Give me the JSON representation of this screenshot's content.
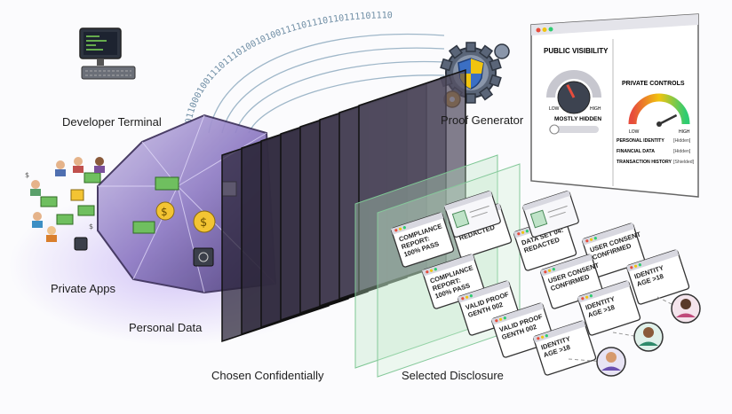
{
  "labels": {
    "developer_terminal": "Developer Terminal",
    "proof_generator": "Proof Generator",
    "private_apps": "Private Apps",
    "personal_data": "Personal Data",
    "chosen_confidentially": "Chosen Confidentially",
    "selected_disclosure": "Selected Disclosure"
  },
  "binary_stream": "0110001001110111010010100111101110110111101110",
  "dashboard": {
    "public_title": "PUBLIC VISIBILITY",
    "public_low": "LOW",
    "public_high": "HIGH",
    "public_status": "MOSTLY HIDDEN",
    "public_level": 0.35,
    "private_title": "PRIVATE CONTROLS",
    "private_low": "LOW",
    "private_high": "HIGH",
    "private_level": 0.85,
    "rows": [
      {
        "name": "PERSONAL IDENTITY",
        "status": "[Hidden]"
      },
      {
        "name": "FINANCIAL DATA",
        "status": "[Hidden]"
      },
      {
        "name": "TRANSACTION HISTORY",
        "status": "[Shielded]"
      }
    ]
  },
  "cards": {
    "compliance": [
      "COMPLIANCE",
      "REPORT:",
      "100% PASS"
    ],
    "dataset": [
      "DATA SET 04:",
      "REDACTED"
    ],
    "consent": [
      "USER CONSENT",
      "CONFIRMED"
    ],
    "proof": [
      "VALID PROOF",
      "GENTH 002"
    ],
    "identity": [
      "IDENTITY",
      "AGE >18"
    ]
  },
  "colors": {
    "accent_purple": "#7c5cbf",
    "accent_green": "#4caf50",
    "card_red": "#e74c3c",
    "card_yellow": "#f1c40f",
    "card_green": "#2ecc71"
  }
}
